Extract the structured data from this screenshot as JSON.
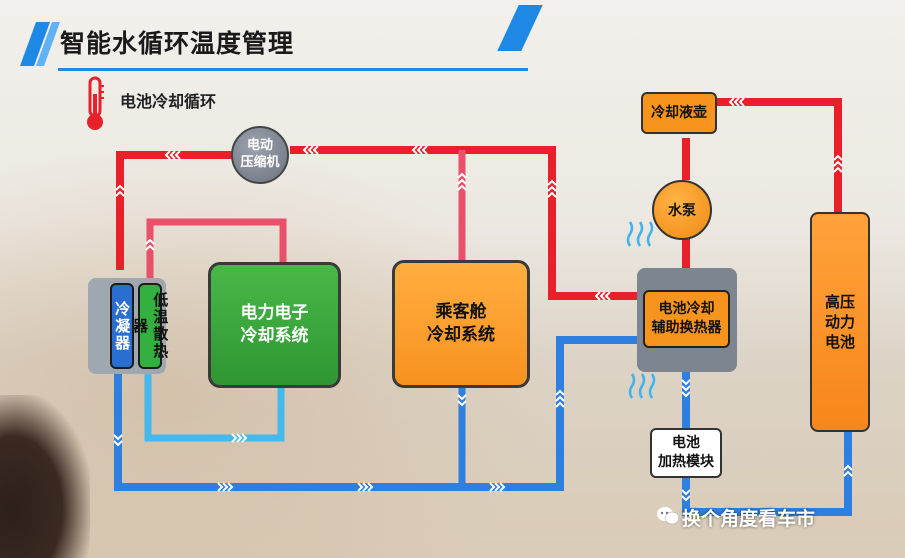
{
  "title": "智能水循环温度管理",
  "subtitle": "电池冷却循环",
  "components": {
    "compressor": "电动\n压缩机",
    "condenser": "冷凝器",
    "low_temp_radiator": "低温散热器",
    "power_electronics": "电力电子\n冷却系统",
    "cabin": "乘客舱\n冷却系统",
    "coolant_tank": "冷却液壶",
    "water_pump": "水泵",
    "heat_exchanger": "电池冷却\n辅助换热器",
    "battery_heater": "电池\n加热模块",
    "hv_battery": "高压\n动力\n电池"
  },
  "watermark": "换个角度看车市",
  "colors": {
    "hot_pipe": "#e8202a",
    "pink_pipe": "#e9506a",
    "cold_pipe": "#2f7fe0",
    "light_blue_pipe": "#45b8ee",
    "accent": "#1e88e5"
  },
  "icons": {
    "thermometer": "thermometer-icon",
    "heat_waves": "heat-wave-icon",
    "wechat": "wechat-icon"
  }
}
